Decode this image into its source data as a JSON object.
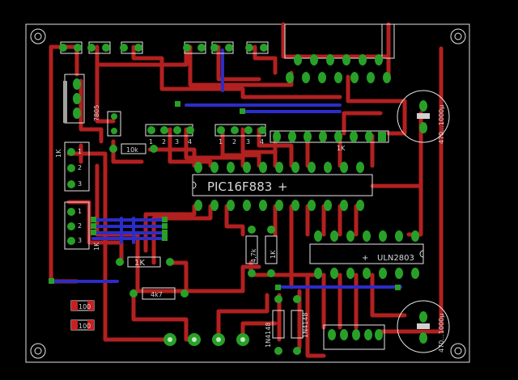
{
  "board": {
    "labels": {
      "pic": "PIC16F883",
      "uln": "ULN2803",
      "reg": "7805",
      "cap_top": "470...1000µ",
      "cap_bot": "470...1000µ",
      "r_10k": "10k",
      "r_1k_top": "1K",
      "r_1k_mid": "1K",
      "r_4k7": "4k7",
      "r_4_7k": "4,7k",
      "r_1k_v": "1K",
      "r_1k_left": "1K",
      "r_1k_left2": "1K",
      "d1": "1N4148",
      "d2": "1N4148",
      "cap_sm1": "100",
      "cap_sm2": "100",
      "pin_nums_a": [
        "1",
        "2",
        "3",
        "4"
      ],
      "pin_nums_b": [
        "1",
        "2",
        "3",
        "4"
      ],
      "conn_nums": [
        "1",
        "2",
        "3"
      ],
      "conn_nums2": [
        "1",
        "2",
        "3"
      ]
    }
  }
}
